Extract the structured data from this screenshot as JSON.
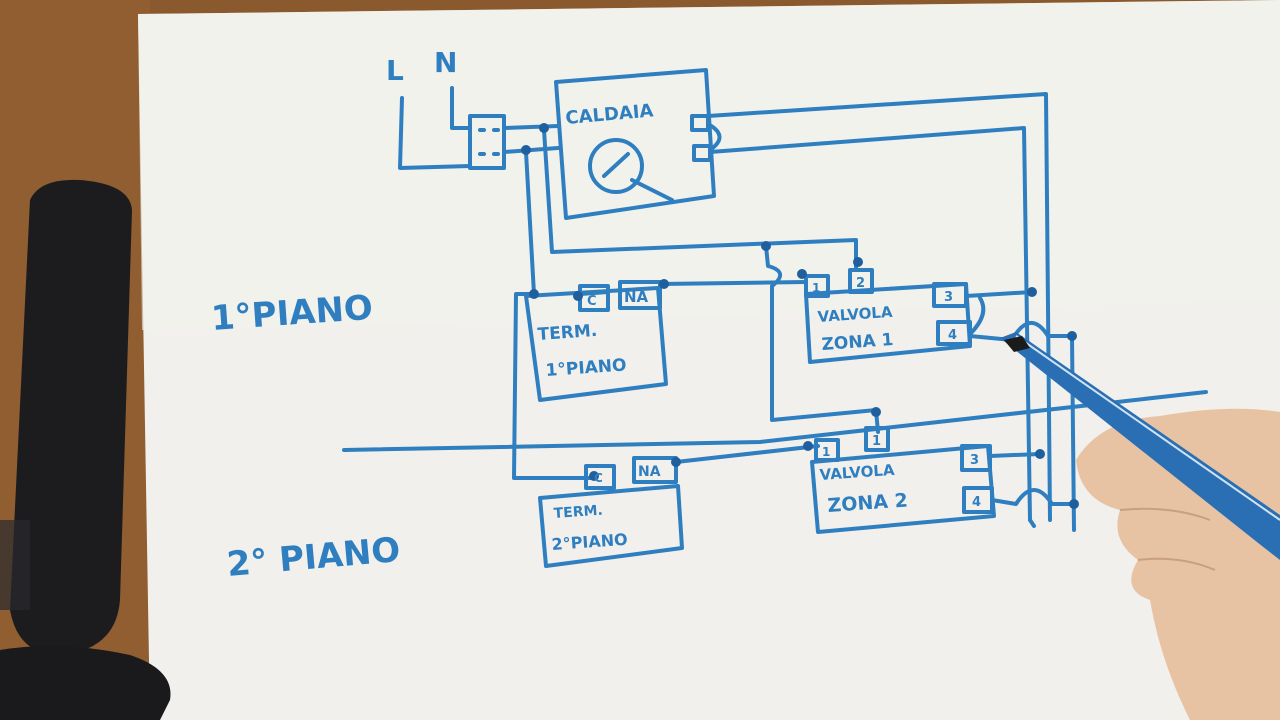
{
  "colors": {
    "ink": "#2f7fc0",
    "paper": "#f1f0ec",
    "table": "#8a5a2e",
    "pen_body": "#2a6fb3",
    "skin": "#e7c3a4"
  },
  "supply": {
    "line": "L",
    "neutral": "N"
  },
  "boiler": {
    "label": "CALDAIA"
  },
  "floors": {
    "first": "1°PIANO",
    "second": "2° PIANO"
  },
  "thermostat_1": {
    "line1": "TERM.",
    "line2": "1°PIANO",
    "terminal_c": "C",
    "terminal_na": "NA"
  },
  "thermostat_2": {
    "line1": "TERM.",
    "line2": "2°PIANO",
    "terminal_c": "C",
    "terminal_na": "NA"
  },
  "valve_1": {
    "line1": "VALVOLA",
    "line2": "ZONA 1",
    "t1": "1",
    "t2": "2",
    "t3": "3",
    "t4": "4"
  },
  "valve_2": {
    "line1": "VALVOLA",
    "line2": "ZONA 2",
    "t1": "1",
    "t2": "1",
    "t3": "3",
    "t4": "4"
  }
}
